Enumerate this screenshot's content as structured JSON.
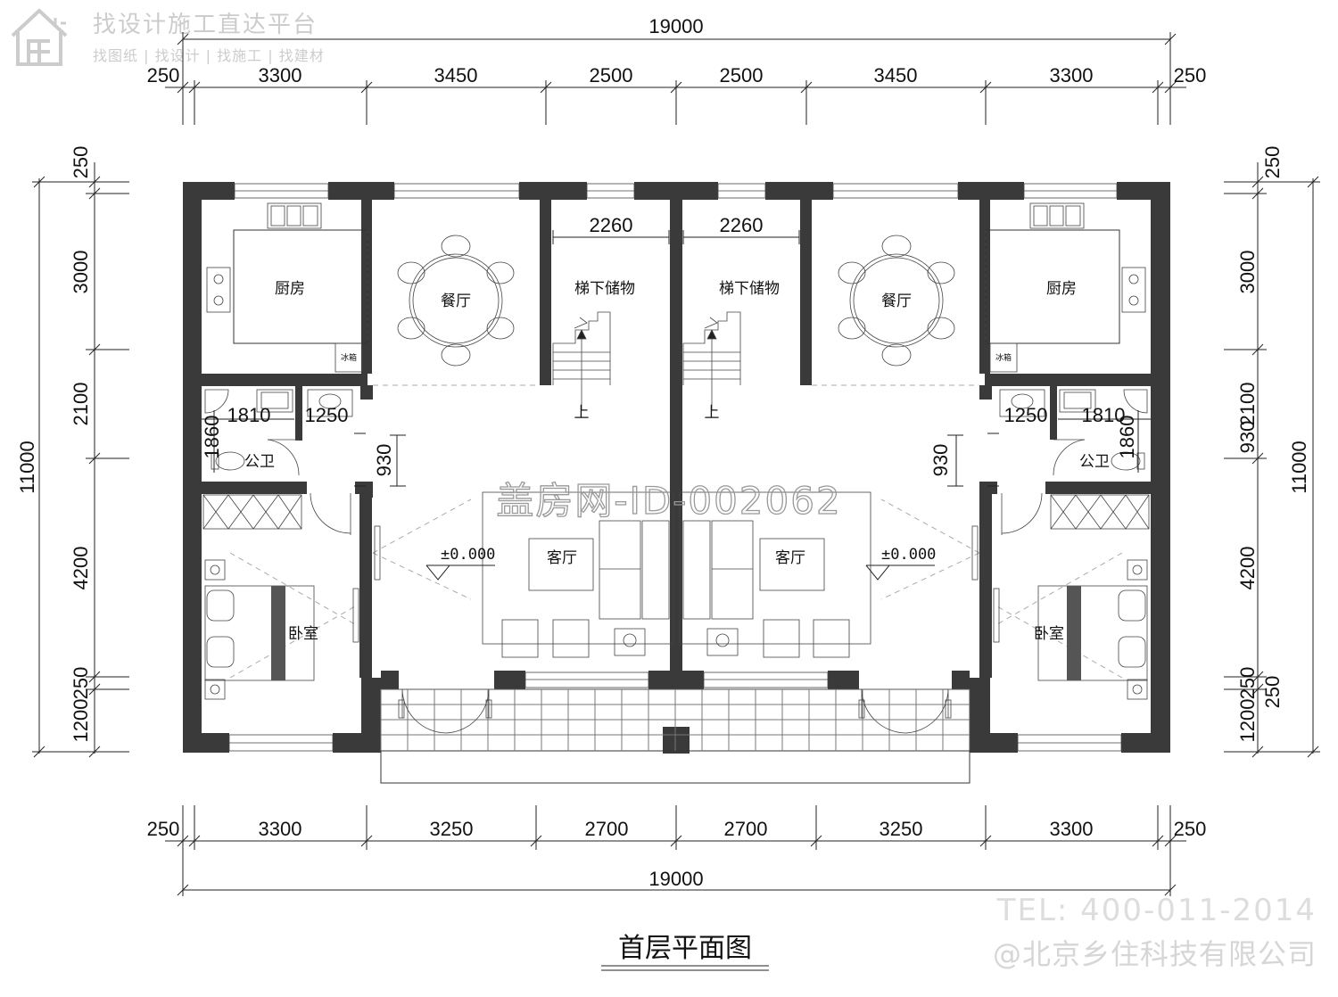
{
  "brand": {
    "name": "找设计施工直达平台",
    "links": "找图纸 | 找设计 | 找施工 | 找建材"
  },
  "watermark": "盖房网-ID-002062",
  "tel": "TEL: 400-011-2014",
  "company": "@北京乡住科技有限公司",
  "title": "首层平面图",
  "dims": {
    "total_top": "19000",
    "total_bottom": "19000",
    "top": [
      "250",
      "3300",
      "3450",
      "2500",
      "2500",
      "3450",
      "3300",
      "250"
    ],
    "bottom": [
      "250",
      "3300",
      "3250",
      "2700",
      "2700",
      "3250",
      "3300",
      "250"
    ],
    "left": [
      "250",
      "3000",
      "2100",
      "4200",
      "250",
      "1200"
    ],
    "left_total": "11000",
    "right": [
      "250",
      "3000",
      "2100",
      "930",
      "4200",
      "250",
      "1200",
      "250"
    ],
    "right_total": "11000",
    "stair_width": "2260",
    "bath_w1": "1810",
    "bath_w2": "1250",
    "bath_h": "1860",
    "door_gap": "930"
  },
  "rooms": {
    "kitchen": "厨房",
    "dining": "餐厅",
    "storage": "梯下储物",
    "bath": "公卫",
    "living": "客厅",
    "bedroom": "卧室",
    "fridge": "冰箱",
    "stairs_up": "上",
    "elevation": "±0.000"
  }
}
